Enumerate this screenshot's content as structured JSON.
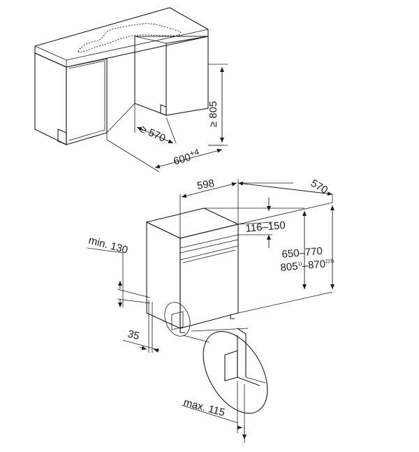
{
  "top_view": {
    "min_height": "≥ 805",
    "min_depth": "≥ 570",
    "niche_width": "600",
    "niche_width_tolerance": "+4"
  },
  "bottom_view": {
    "width": "598",
    "depth": "570",
    "door_range": "116–150",
    "height_range_a": "650–770",
    "height_range_b_start": "805",
    "height_range_b_start_note": "1)",
    "height_range_b_end": "–870",
    "height_range_b_end_note": "2)3)",
    "min_plinth": "min. 130",
    "plinth_depth": "35",
    "max_plinth": "max. 115"
  },
  "colors": {
    "line": "#1a1a1a",
    "worktop": "#d6d6d6",
    "panel": "#ffffff",
    "appliance_front": "#dcdcdc"
  }
}
